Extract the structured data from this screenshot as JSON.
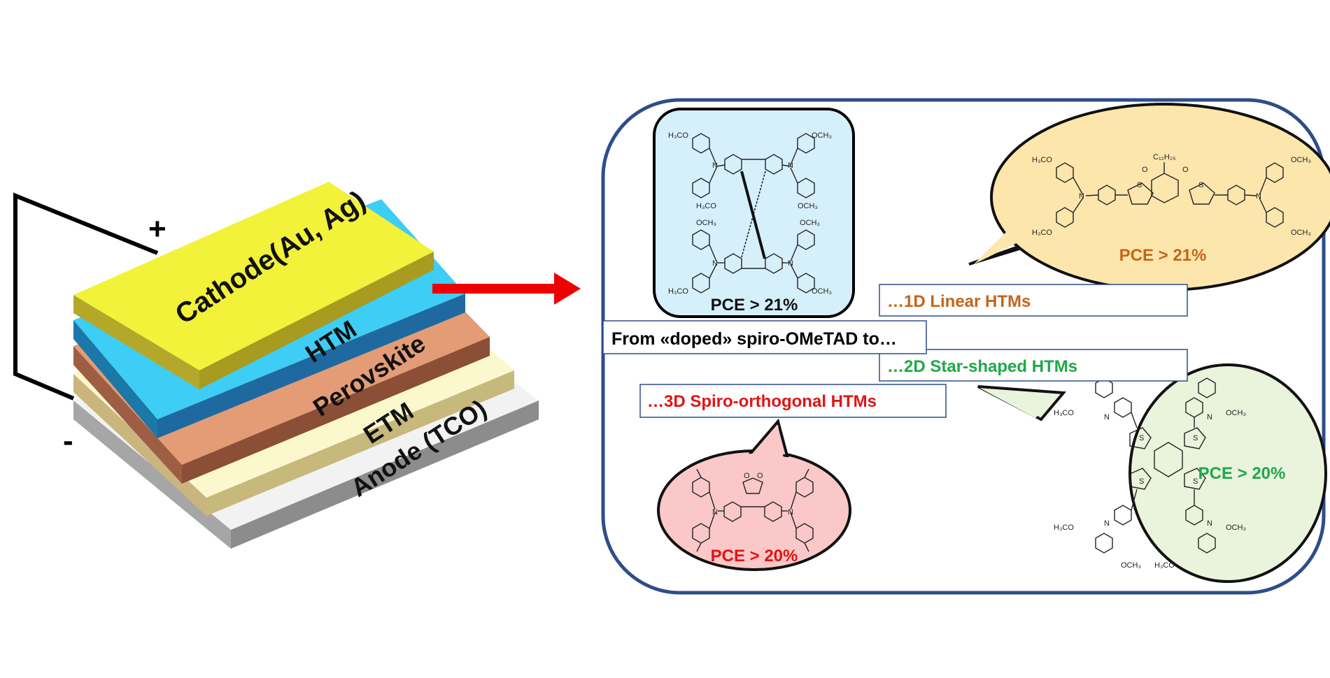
{
  "circuit": {
    "plus_sign": "+",
    "minus_sign": "-"
  },
  "stack": {
    "cathode": "Cathode(Au, Ag)",
    "htm": "HTM",
    "perovskite": "Perovskite",
    "etm": "ETM",
    "anode": "Anode (TCO)"
  },
  "colors": {
    "cathode": "#f2f23a",
    "htm": "#3ecdf5",
    "perovskite": "#e49c77",
    "etm": "#fbf8cd",
    "anode": "#f2f2f2",
    "arrow": "#ee0000",
    "panel_border": "#2e4d8a",
    "orange_text": "#c5651a",
    "green_text": "#1fa84a",
    "red_text": "#e11414"
  },
  "panel": {
    "intro": "From «doped» spiro-OMeTAD to…",
    "linear": "…1D Linear HTMs",
    "star": "…2D Star-shaped HTMs",
    "spiro": "…3D Spiro-orthogonal HTMs",
    "spiro_pce": "PCE > 21%",
    "linear_pce": "PCE > 21%",
    "star_pce": "PCE > 20%",
    "spiro3d_pce": "PCE > 20%"
  },
  "chem": {
    "h3co": "H₃CO",
    "och3": "OCH₃",
    "n": "N",
    "s": "S",
    "o": "O",
    "c12h25": "C₁₂H₂₅"
  }
}
